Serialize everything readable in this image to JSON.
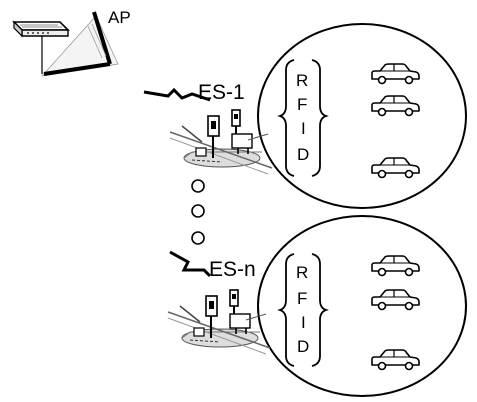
{
  "access_point": {
    "label": "AP"
  },
  "stations": [
    {
      "label": "ES-1",
      "rfid_letters": [
        "R",
        "F",
        "I",
        "D"
      ],
      "vehicle_count": 3
    },
    {
      "label": "ES-n",
      "rfid_letters": [
        "R",
        "F",
        "I",
        "D"
      ],
      "vehicle_count": 3
    }
  ],
  "ellipsis_dot_count": 3,
  "colors": {
    "ink": "#000000",
    "background": "#ffffff"
  }
}
